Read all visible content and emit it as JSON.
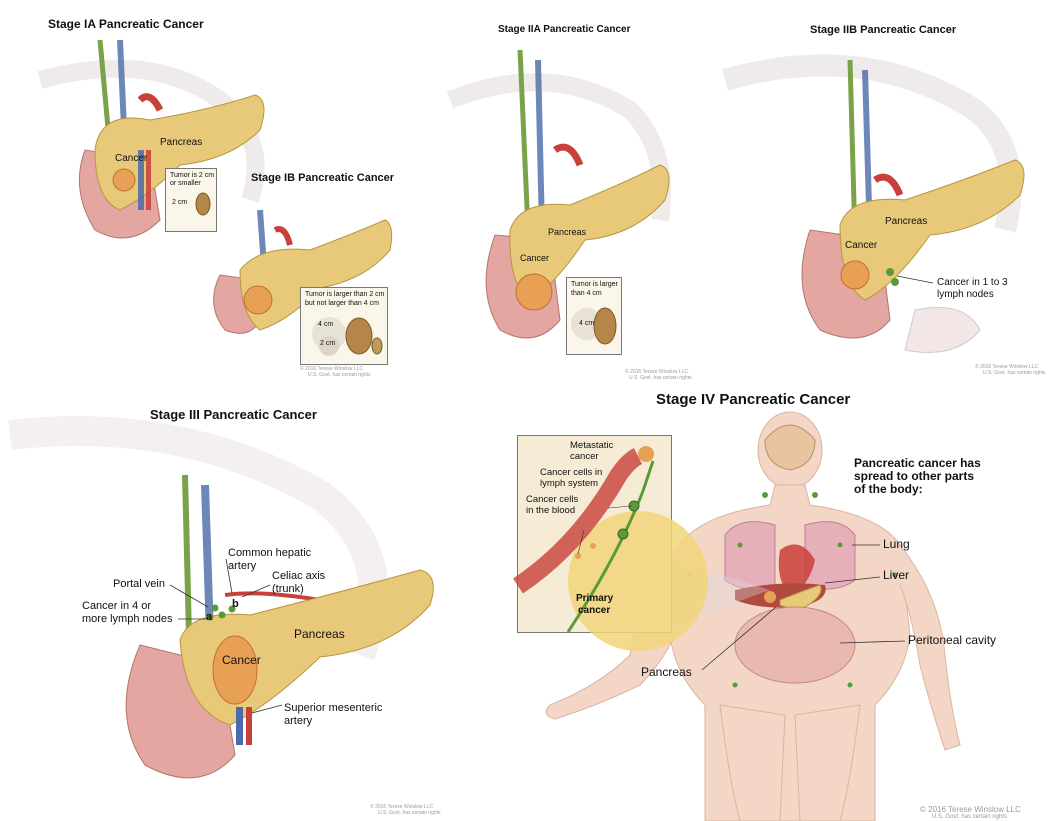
{
  "stages": {
    "ia": {
      "title": "Stage IA Pancreatic Cancer",
      "labels": {
        "pancreas": "Pancreas",
        "cancer": "Cancer"
      },
      "inset": {
        "text_line1": "Tumor is 2 cm",
        "text_line2": "or smaller",
        "size": "2 cm"
      }
    },
    "ib": {
      "title": "Stage IB Pancreatic Cancer",
      "inset": {
        "text_line1": "Tumor is larger than 2 cm",
        "text_line2": "but not larger than 4 cm",
        "size_4": "4 cm",
        "size_2": "2 cm"
      },
      "copyright_1": "© 2016 Terese Winslow LLC",
      "copyright_2": "U.S. Govt. has certain rights"
    },
    "iia": {
      "title": "Stage IIA Pancreatic Cancer",
      "labels": {
        "pancreas": "Pancreas",
        "cancer": "Cancer"
      },
      "inset": {
        "text_line1": "Tumor is larger",
        "text_line2": "than 4 cm",
        "size": "4 cm"
      },
      "copyright_1": "© 2016 Terese Winslow LLC",
      "copyright_2": "U.S. Govt. has certain rights"
    },
    "iib": {
      "title": "Stage IIB Pancreatic Cancer",
      "labels": {
        "pancreas": "Pancreas",
        "cancer": "Cancer",
        "nodes_line1": "Cancer in 1 to 3",
        "nodes_line2": "lymph nodes"
      },
      "copyright_1": "© 2016 Terese Winslow LLC",
      "copyright_2": "U.S. Govt. has certain rights"
    },
    "iii": {
      "title": "Stage III Pancreatic Cancer",
      "labels": {
        "hepatic_1": "Common hepatic",
        "hepatic_2": "artery",
        "celiac_1": "Celiac axis",
        "celiac_2": "(trunk)",
        "portal": "Portal vein",
        "nodes_1": "Cancer in 4 or",
        "nodes_2": "more lymph nodes",
        "a": "a",
        "b": "b",
        "pancreas": "Pancreas",
        "cancer": "Cancer",
        "sma_1": "Superior mesenteric",
        "sma_2": "artery"
      },
      "copyright_1": "© 2016 Terese Winslow LLC",
      "copyright_2": "U.S. Govt. has certain rights"
    },
    "iv": {
      "title": "Stage IV Pancreatic Cancer",
      "headline_1": "Pancreatic cancer has",
      "headline_2": "spread to other parts",
      "headline_3": "of the body:",
      "labels": {
        "lung": "Lung",
        "liver": "Liver",
        "peritoneal": "Peritoneal cavity",
        "pancreas": "Pancreas"
      },
      "inset": {
        "metastatic_1": "Metastatic",
        "metastatic_2": "cancer",
        "lymph_1": "Cancer cells in",
        "lymph_2": "lymph system",
        "blood_1": "Cancer cells",
        "blood_2": "in the blood",
        "primary_1": "Primary",
        "primary_2": "cancer"
      },
      "copyright_1": "© 2016 Terese Winslow LLC",
      "copyright_2": "U.S. Govt. has certain rights"
    }
  },
  "colors": {
    "pancreas": "#e8c97a",
    "pancreas_edge": "#b8953f",
    "tumor": "#e8a055",
    "lymph": "#5a9a3a",
    "artery": "#c8403a",
    "vein": "#4a6aa8",
    "skin": "#f3d6c6",
    "duodenum": "#e4a6a0"
  }
}
